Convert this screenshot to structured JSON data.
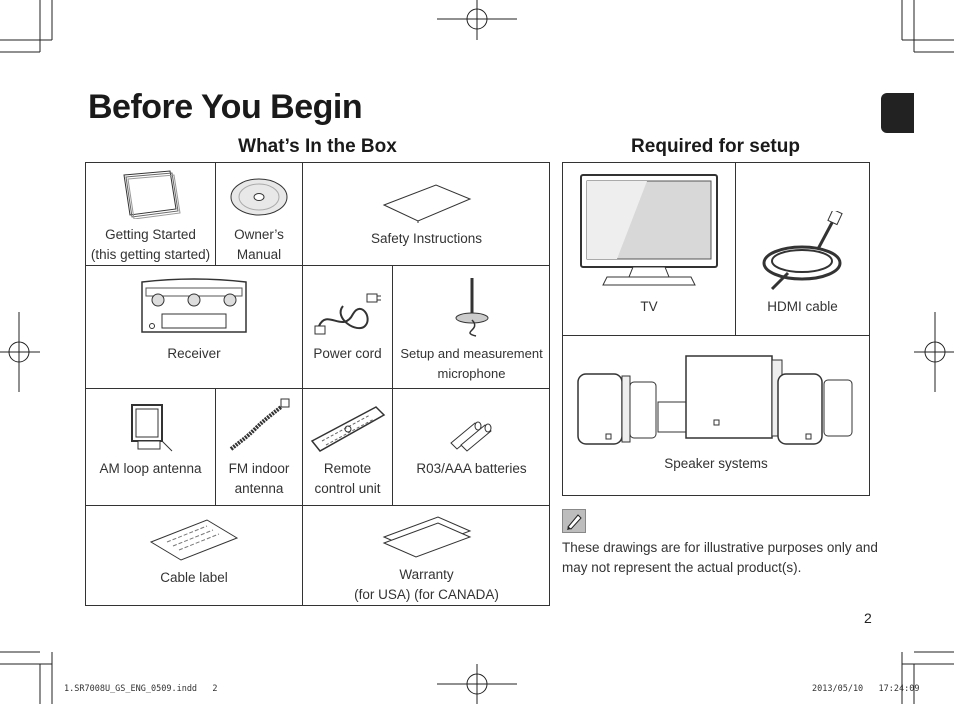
{
  "page": {
    "title": "Before You Begin",
    "page_number": "2"
  },
  "box_section": {
    "heading": "What’s In the Box",
    "items": [
      {
        "label": "Getting Started\n(this getting started)",
        "icon": "booklet-icon"
      },
      {
        "label": "Owner’s\nManual",
        "icon": "cd-icon"
      },
      {
        "label": "Safety Instructions",
        "icon": "paper-sheet-icon"
      },
      {
        "label": "Receiver",
        "icon": "receiver-icon"
      },
      {
        "label": "Power cord",
        "icon": "power-cord-icon"
      },
      {
        "label": "Setup and measurement\nmicrophone",
        "icon": "microphone-icon"
      },
      {
        "label": "AM loop antenna",
        "icon": "am-antenna-icon"
      },
      {
        "label": "FM indoor\nantenna",
        "icon": "fm-antenna-icon"
      },
      {
        "label": "Remote\ncontrol unit",
        "icon": "remote-icon"
      },
      {
        "label": "R03/AAA batteries",
        "icon": "batteries-icon"
      },
      {
        "label": "Cable label",
        "icon": "cable-label-icon"
      },
      {
        "label": "Warranty\n(for USA) (for CANADA)",
        "icon": "warranty-icon"
      }
    ]
  },
  "setup_section": {
    "heading": "Required for setup",
    "items": [
      {
        "label": "TV",
        "icon": "tv-icon"
      },
      {
        "label": "HDMI cable",
        "icon": "hdmi-cable-icon"
      },
      {
        "label": "Speaker systems",
        "icon": "speakers-icon"
      }
    ]
  },
  "note": {
    "icon": "pencil-note-icon",
    "text": "These drawings are for illustrative purposes only and may not represent the actual product(s)."
  },
  "footer": {
    "file": "1.SR7008U_GS_ENG_0509.indd   2",
    "timestamp": "2013/05/10   17:24:09"
  }
}
